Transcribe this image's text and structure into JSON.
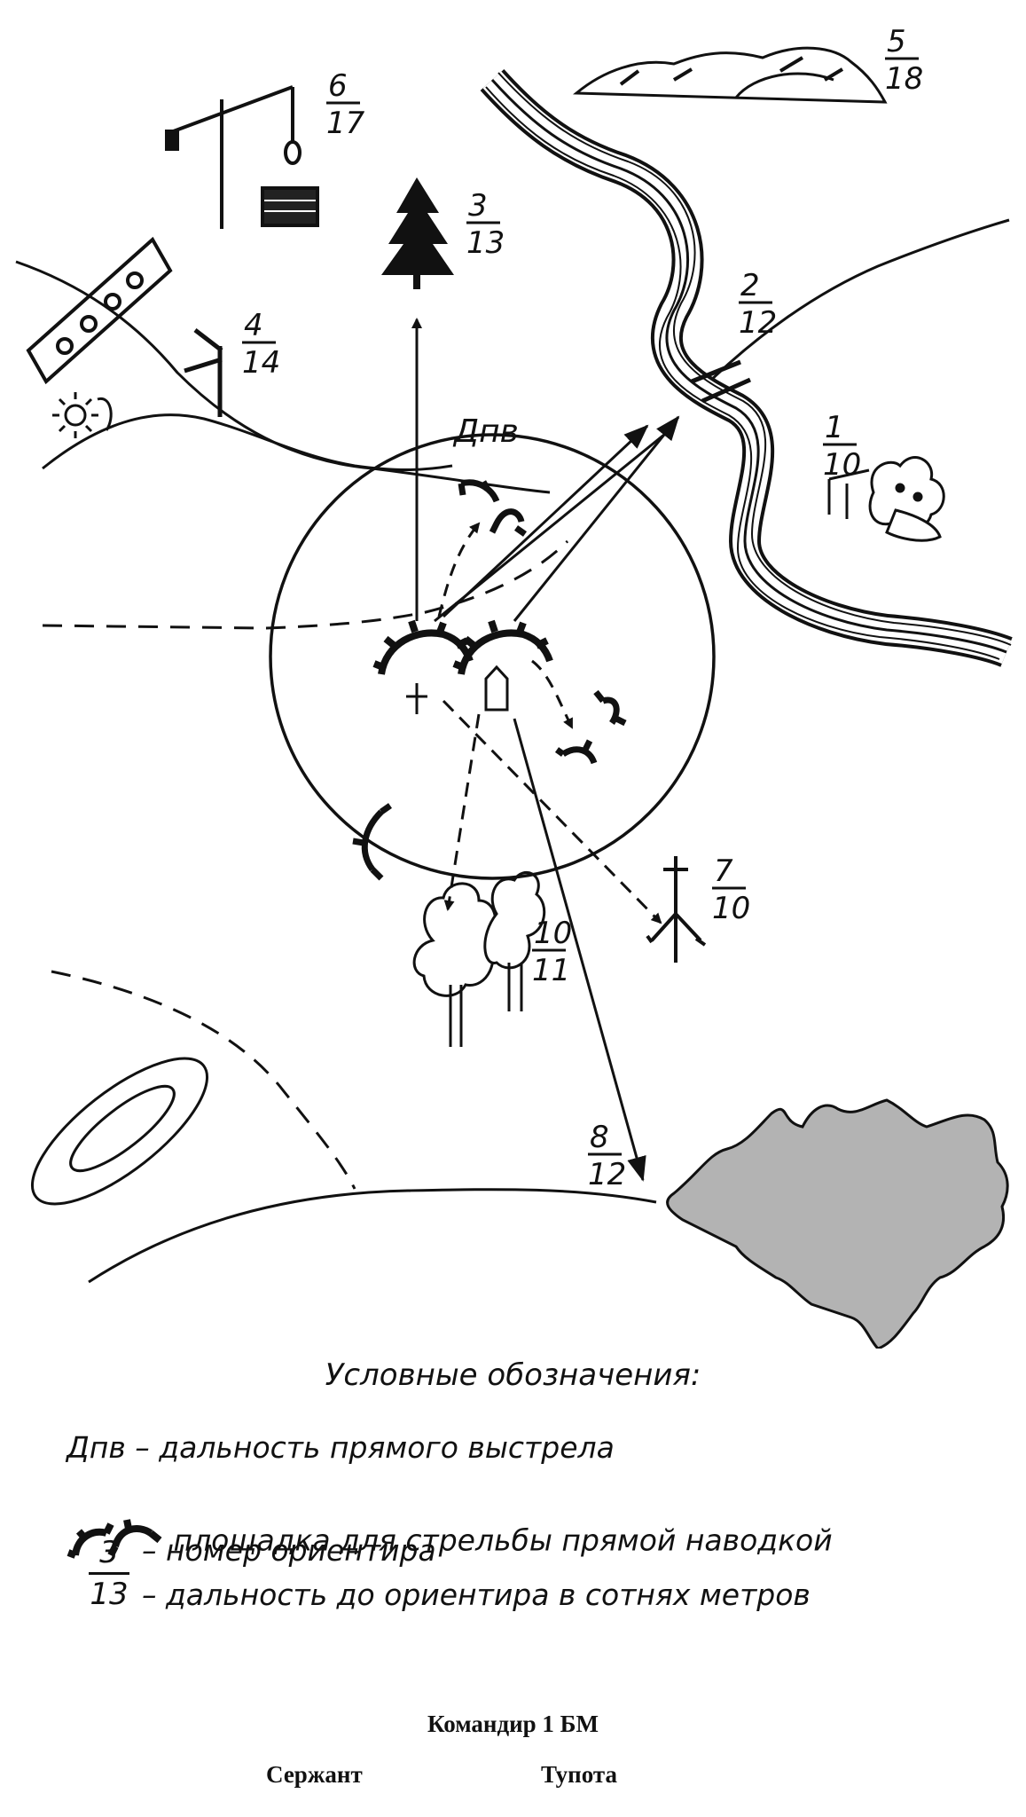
{
  "dpv_label": "Дпв",
  "landmarks": [
    {
      "num": "1",
      "dist": "10"
    },
    {
      "num": "2",
      "dist": "12"
    },
    {
      "num": "3",
      "dist": "13"
    },
    {
      "num": "4",
      "dist": "14"
    },
    {
      "num": "5",
      "dist": "18"
    },
    {
      "num": "6",
      "dist": "17"
    },
    {
      "num": "7",
      "dist": "10"
    },
    {
      "num": "8",
      "dist": "12"
    },
    {
      "num": "10",
      "dist": "11"
    }
  ],
  "legend": {
    "title": "Условные обозначения:",
    "dpv": "Дпв – дальность прямого выстрела",
    "platform": "площадка для стрельбы прямой наводкой",
    "example_num": "3",
    "example_dist": "13",
    "num": "– номер ориентира",
    "dist": "– дальность до ориентира в сотнях метров"
  },
  "signature": {
    "title": "Командир 1 БМ",
    "rank": "Сержант",
    "name": "Тупота"
  },
  "colors": {
    "ink": "#111111",
    "forest": "#b3b3b3",
    "paper": "#ffffff"
  }
}
